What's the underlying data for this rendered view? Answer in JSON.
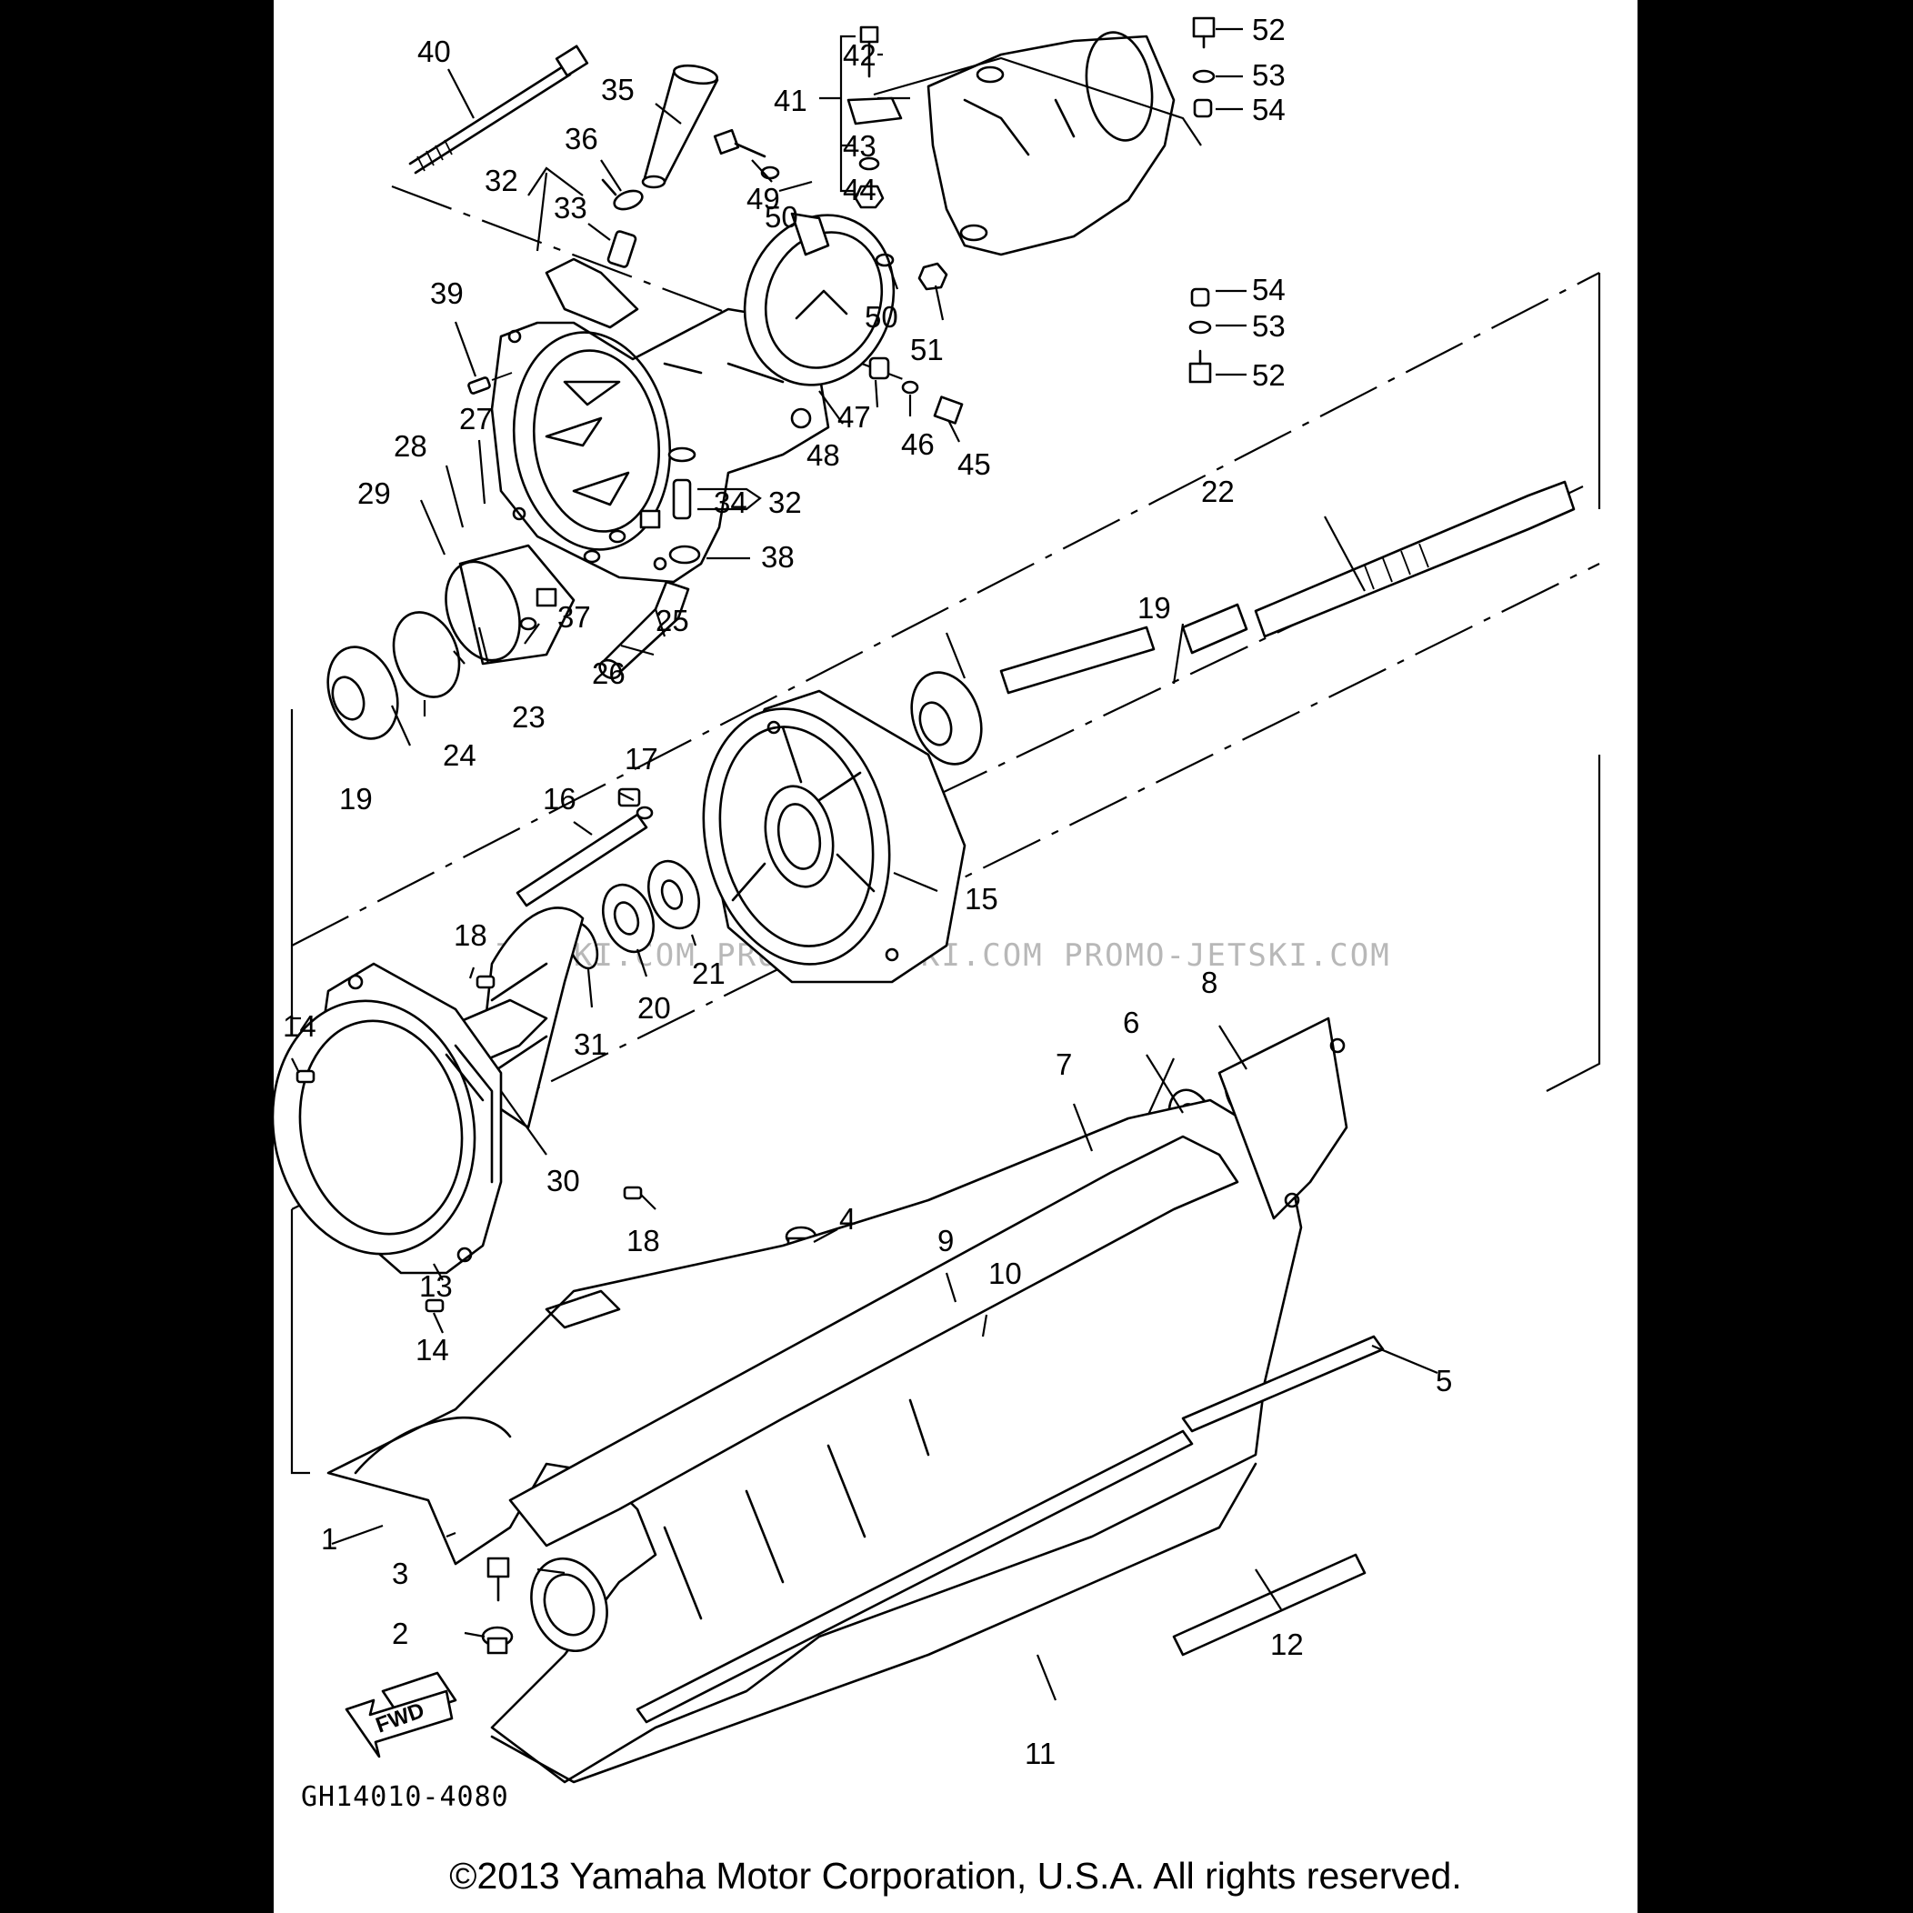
{
  "diagram": {
    "callouts": {
      "n1": "1",
      "n2": "2",
      "n3": "3",
      "n4": "4",
      "n5": "5",
      "n6": "6",
      "n7": "7",
      "n8": "8",
      "n9": "9",
      "n10": "10",
      "n11": "11",
      "n12": "12",
      "n13": "13",
      "n14a": "14",
      "n14b": "14",
      "n15": "15",
      "n16": "16",
      "n17": "17",
      "n18a": "18",
      "n18b": "18",
      "n19a": "19",
      "n19b": "19",
      "n20": "20",
      "n21": "21",
      "n22": "22",
      "n23": "23",
      "n24": "24",
      "n25": "25",
      "n26": "26",
      "n27": "27",
      "n28": "28",
      "n29": "29",
      "n30": "30",
      "n31": "31",
      "n32a": "32",
      "n32b": "32",
      "n33": "33",
      "n34": "34",
      "n35": "35",
      "n36": "36",
      "n37": "37",
      "n38": "38",
      "n39": "39",
      "n40": "40",
      "n41": "41",
      "n42": "42",
      "n43": "43",
      "n44": "44",
      "n45": "45",
      "n46": "46",
      "n47": "47",
      "n48": "48",
      "n49": "49",
      "n50a": "50",
      "n50b": "50",
      "n51": "51",
      "n52a": "52",
      "n52b": "52",
      "n53a": "53",
      "n53b": "53",
      "n54a": "54",
      "n54b": "54"
    },
    "direction_label": "FWD",
    "diagram_code": "GH14010-4080",
    "watermark": "JETSKI.COM   PROMO-JETSKI.COM   PROMO-JETSKI.COM"
  },
  "footer": {
    "copyright": "©2013 Yamaha Motor Corporation, U.S.A. All rights reserved."
  }
}
